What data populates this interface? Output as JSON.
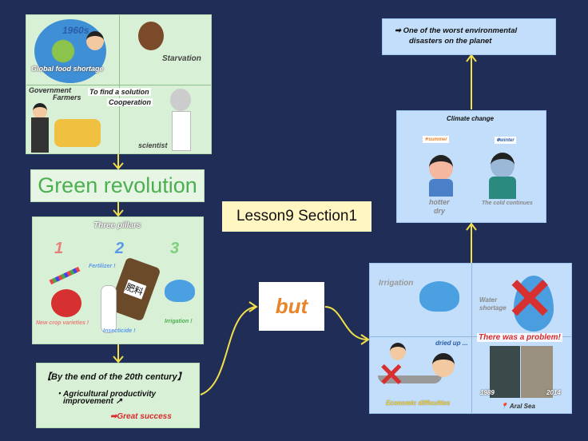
{
  "panel_shortage": {
    "decade": "1960s",
    "food": "Global food shortage",
    "starvation": "Starvation",
    "government": "Government",
    "farmers": "Farmers",
    "solution": "To find a solution",
    "cooperation": "Cooperation",
    "scientist": "scientist"
  },
  "green_revolution": "Green revolution",
  "pillars": {
    "title": "Three pillars",
    "n1": "1",
    "n2": "2",
    "n3": "3",
    "fertilizer": "Fertilizer !",
    "fertilizer_bag": "肥料",
    "crops": "New crop varieties !",
    "insecticide": "Insecticide !",
    "irrigation": "Irrigation !"
  },
  "result": {
    "heading": "【By the end of the 20th century】",
    "bullet": "・Agricultural productivity",
    "bullet2": "improvement ↗",
    "success": "➡Great success"
  },
  "lesson": "Lesson9 Section1",
  "but": "but",
  "aral": {
    "irrigation": "Irrigation",
    "water1": "Water",
    "water2": "shortage",
    "problem": "There was a problem!",
    "dried": "dried up ...",
    "economic": "Economic difficulties",
    "y1": "1989",
    "y2": "2014",
    "sea": "📍 Aral Sea"
  },
  "climate": {
    "title": "Climate change",
    "summer": "☀summer",
    "winter": "❄winter",
    "hotter": "hotter",
    "dry": "dry",
    "cold": "The cold continues"
  },
  "conclusion": {
    "line1": "➡ One of the worst environmental",
    "line2": "disasters on the planet"
  },
  "colors": {
    "arrow": "#f3df4a",
    "background": "#1f2d57"
  }
}
